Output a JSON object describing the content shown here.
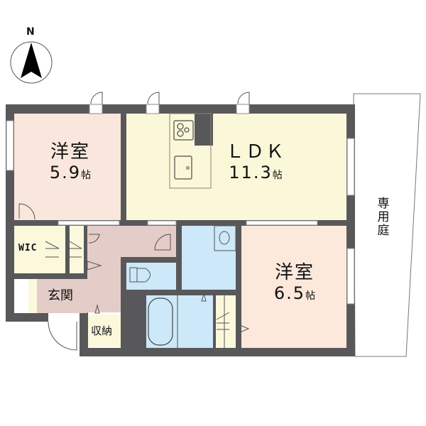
{
  "compass": {
    "label": "N",
    "icon": "north-arrow-icon"
  },
  "rooms": {
    "western_room_1": {
      "name": "洋室",
      "size": "5.9",
      "unit": "帖",
      "color": "#f9e6dc"
    },
    "ldk": {
      "name": "ＬＤＫ",
      "size": "11.3",
      "unit": "帖",
      "color": "#fbf8d9"
    },
    "western_room_2": {
      "name": "洋室",
      "size": "6.5",
      "unit": "帖",
      "color": "#fce9dc"
    },
    "wic": {
      "name": "WIC",
      "color": "#fbf8dc"
    },
    "entrance": {
      "name": "玄関",
      "color": "#e7cfcb"
    },
    "storage": {
      "name": "収納",
      "color": "#fbf8dc"
    },
    "private_garden": {
      "name": "専用庭"
    }
  },
  "colors": {
    "wall": "#58585a",
    "hallway": "#e4ccc8",
    "wet_area": "#cde8f8",
    "closet": "#fbf8dc"
  }
}
